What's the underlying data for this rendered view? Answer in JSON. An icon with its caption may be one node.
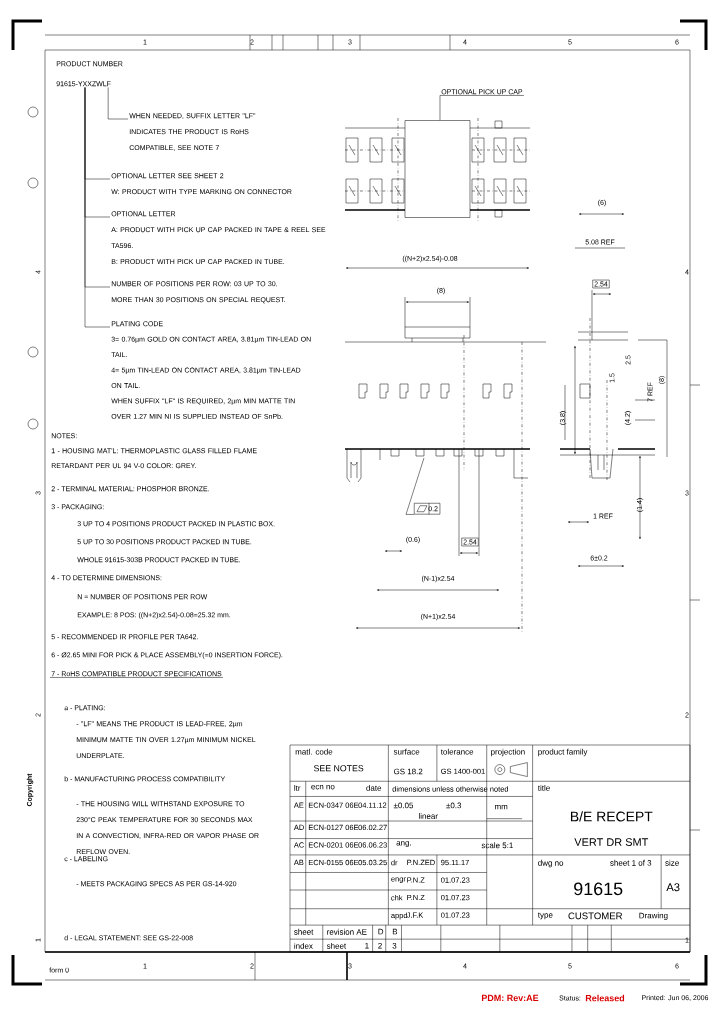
{
  "diagram": {
    "nodes": [
      {
        "text": [
          "91615-YXXZWLF"
        ]
      },
      {
        "text": [
          "WHEN NEEDED, SUFFIX LETTER \"LF\" INDICATES THE PRODUCT IS RoHS COMPATIBLE, SEE NOTE 7"
        ]
      },
      {
        "text": [
          "OPTIONAL LETTER SEE SHEET 2",
          "W: PRODUCT WITH TYPE MARKING ON CONNECTOR"
        ]
      },
      {
        "text": [
          "OPTIONAL LETTER",
          "A: PRODUCT WITH PICK UP CAP PACKED IN TAPE & REEL SEE TA596.",
          "B: PRODUCT WITH PICK UP CAP PACKED IN TUBE."
        ]
      },
      {
        "text": [
          "NUMBER OF POSITIONS PER ROW: 03 UP TO 30.",
          "MORE THAN 30 POSITIONS ON SPECIAL REQUEST."
        ]
      },
      {
        "text": [
          "PLATING CODE",
          "3= 0.76µm GOLD ON CONTACT AREA, 3.81µm TIN-LEAD ON TAIL.",
          "4= 5µm TIN-LEAD ON CONTACT AREA, 3.81µm TIN-LEAD ON TAIL.",
          "WHEN SUFFIX \"LF\" IS REQUIRED, 2µm MIN MATTE TIN OVER 1.27 MIN NI IS SUPPLIED INSTEAD OF SnPb."
        ]
      },
      {
        "text": [
          "OPTIONAL PICK UP CAP"
        ]
      },
      {
        "text": [],
        "shape": "box"
      },
      {
        "text": [
          "0.2"
        ]
      }
    ],
    "edges": [
      {
        "from": 0,
        "to": 1,
        "arrow": "none"
      },
      {
        "from": 0,
        "to": 2,
        "arrow": "none"
      },
      {
        "from": 0,
        "to": 3,
        "arrow": "none"
      },
      {
        "from": 0,
        "to": 4,
        "arrow": "none"
      },
      {
        "from": 0,
        "to": 5,
        "arrow": "none"
      },
      {
        "from": 6,
        "to": 7,
        "arrow": "none"
      },
      {
        "from": 8,
        "to": null,
        "arrow": "none"
      }
    ],
    "labels": [
      "PRODUCT NUMBER",
      "NOTES:",
      "1 - HOUSING MAT'L: THERMOPLASTIC GLASS FILLED FLAME RETARDANT PER UL 94 V-0 COLOR: GREY.",
      "2 - TERMINAL MATERIAL: PHOSPHOR BRONZE.",
      "3 - PACKAGING:",
      "3 UP TO 4 POSITIONS PRODUCT PACKED IN PLASTIC BOX.",
      "5 UP TO 30 POSITIONS PRODUCT PACKED IN TUBE.",
      "WHOLE 91615-303B PRODUCT PACKED IN TUBE.",
      "4 - TO DETERMINE DIMENSIONS:",
      "N = NUMBER OF POSITIONS PER ROW",
      "EXAMPLE: 8 POS: ((N+2)x2.54)-0.08=25.32 mm.",
      "5 - RECOMMENDED IR PROFILE PER TA642.",
      "6 - Ø2.65 MINI FOR PICK & PLACE ASSEMBLY(=0 INSERTION FORCE).",
      "7 - RoHS COMPATIBLE PRODUCT SPECIFICATIONS",
      "a - PLATING:",
      "- \"LF\" MEANS THE PRODUCT IS LEAD-FREE, 2µm MINIMUM MATTE TIN OVER 1.27µm MINIMUM NICKEL UNDERPLATE.",
      "b - MANUFACTURING PROCESS COMPATIBILITY",
      "- THE HOUSING WILL WITHSTAND EXPOSURE TO 230°C PEAK TEMPERATURE FOR 30 SECONDS MAX IN A CONVECTION, INFRA-RED OR VAPOR PHASE OR REFLOW OVEN.",
      "c - LABELING",
      "- MEETS PACKAGING SPECS AS PER GS-14-920",
      "d - LEGAL STATEMENT: SEE GS-22-008",
      "(6)",
      "5.08 REF",
      "((N+2)x2.54)-0.08",
      "(8)",
      "2.54",
      "2.5",
      "1.5",
      "(4.2)",
      "7 REF",
      "(8)",
      "(3.8)",
      "(1.4)",
      "1 REF",
      "6±0.2",
      "(0.6)",
      "2.54",
      "(N-1)x2.54",
      "(N+1)x2.54",
      "matl. code",
      "SEE NOTES",
      "surface",
      "GS 18.2",
      "tolerance",
      "GS 1400-001",
      "projection",
      "product family",
      "ltr",
      "ecn no",
      "date",
      "dimensions unless otherwise noted",
      "title",
      "AE",
      "ECN-0347 06E",
      "04.11.12",
      "AD",
      "ECN-0127 06E",
      "06.02.27",
      "AC",
      "ECN-0201 06E",
      "06.06.23",
      "AB",
      "ECN-0155 06E",
      "05.03.25",
      "±0.05",
      "linear",
      "ang.",
      "±0.3",
      "mm",
      "scale 5:1",
      "B/E RECEPT",
      "VERT DR SMT",
      "dr",
      "P.N.ZED",
      "95.11.17",
      "engr",
      "P.N.Z",
      "01.07.23",
      "chk",
      "P.N.Z",
      "01.07.23",
      "appd",
      "J.F.K",
      "01.07.23",
      "dwg no",
      "sheet 1 of 3",
      "size",
      "91615",
      "A3",
      "type",
      "CUSTOMER",
      "Drawing",
      "sheet",
      "revision AE",
      "D",
      "B",
      "index",
      "sheet",
      "1",
      "2",
      "3",
      "PDM: Rev:AE",
      "Status:",
      "Released",
      "Printed: Jun 06, 2006",
      "Copyright",
      "form 0",
      "1",
      "2",
      "3",
      "4",
      "5",
      "6",
      "1",
      "2",
      "3",
      "4",
      "5",
      "6",
      "4",
      "3",
      "2",
      "1",
      "4",
      "3",
      "2",
      "1"
    ]
  }
}
